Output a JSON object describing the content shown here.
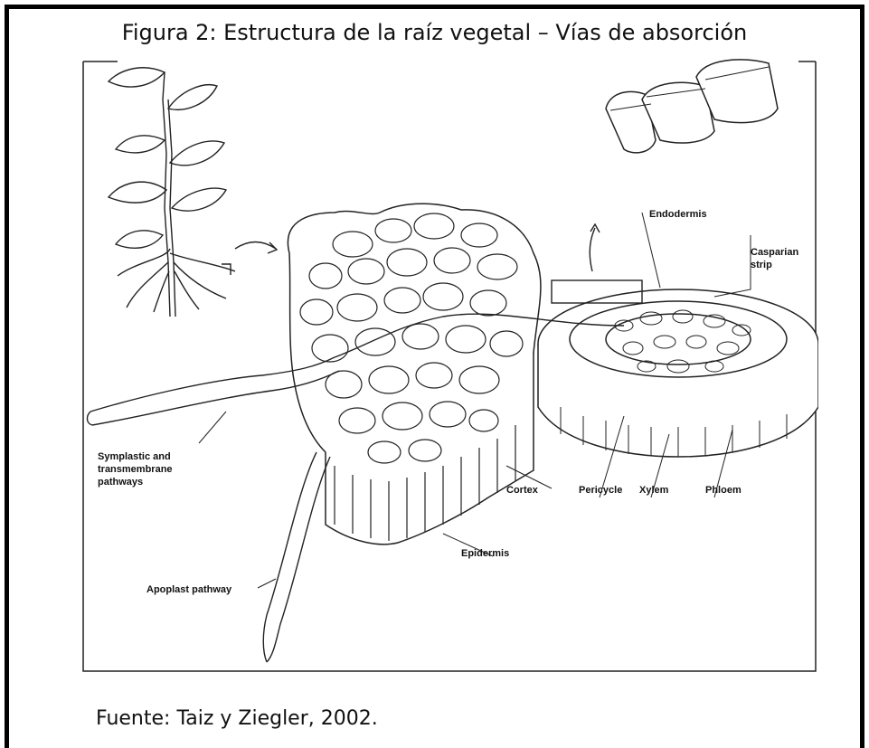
{
  "title": "Figura 2: Estructura de la raíz vegetal – Vías de absorción",
  "labels": {
    "endodermis": "Endodermis",
    "casparian_strip": "Casparian strip",
    "symplastic": [
      "Symplastic and",
      "transmembrane",
      "pathways"
    ],
    "cortex": "Cortex",
    "epidermis": "Epidermis",
    "pericycle": "Pericycle",
    "xylem": "Xylem",
    "phloem": "Phloem",
    "apoplast": "Apoplast pathway"
  },
  "source": "Fuente: Taiz y Ziegler, 2002."
}
